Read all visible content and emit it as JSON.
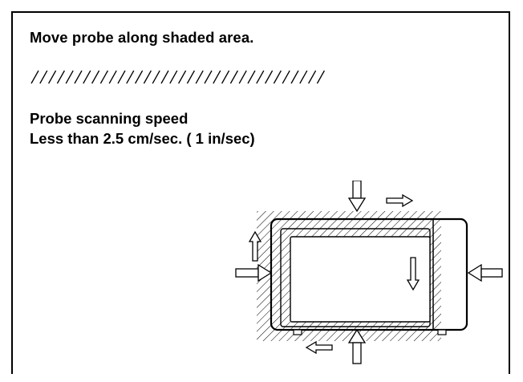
{
  "instruction": "Move probe along shaded area.",
  "speed": {
    "heading": "Probe scanning speed",
    "value": "Less than 2.5 cm/sec. ( 1 in/sec)"
  }
}
